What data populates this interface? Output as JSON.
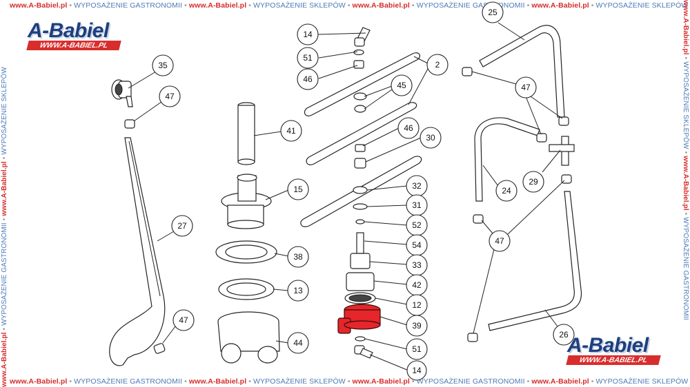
{
  "border": {
    "site": "www.A-Babiel.pl",
    "gastro": "WYPOSAŻENIE GASTRONOMII",
    "shops": "WYPOSAŻENIE SKLEPÓW",
    "separator": "•"
  },
  "logo": {
    "brand": "A-Babiel",
    "url": "WWW.A-BABIEL.PL"
  },
  "callouts": {
    "c14a": "14",
    "c51a": "51",
    "c46a": "46",
    "c2": "2",
    "c45": "45",
    "c46b": "46",
    "c30": "30",
    "c32": "32",
    "c31": "31",
    "c52": "52",
    "c54": "54",
    "c33": "33",
    "c42": "42",
    "c12": "12",
    "c39": "39",
    "c51b": "51",
    "c14b": "14",
    "c41": "41",
    "c15": "15",
    "c38": "38",
    "c13": "13",
    "c44": "44",
    "c35": "35",
    "c47a": "47",
    "c27": "27",
    "c47b": "47",
    "c25": "25",
    "c47c": "47",
    "c24": "24",
    "c29": "29",
    "c47d": "47",
    "c26": "26"
  },
  "colors": {
    "highlight": "#e5262a",
    "brand_blue": "#1d3f7e",
    "brand_red": "#d82d2d"
  }
}
